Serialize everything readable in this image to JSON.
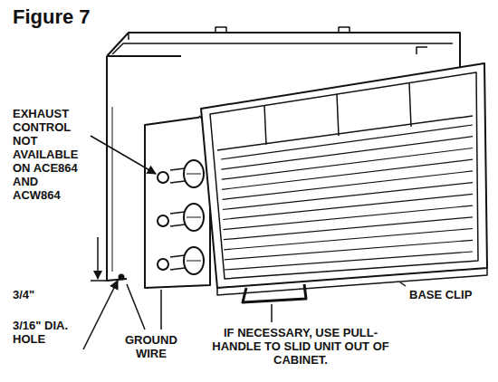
{
  "diagram": {
    "title": "Figure 7",
    "labels": [
      "EXHAUST CONTROL NOT AVAILABLE ON ACE864 AND ACW864",
      "3/4\"",
      "3/16\" DIA. HOLE",
      "GROUND WIRE",
      "IF NECESSARY, USE PULL-HANDLE TO SLID UNIT OUT OF CABINET.",
      "BASE CLIP"
    ]
  }
}
